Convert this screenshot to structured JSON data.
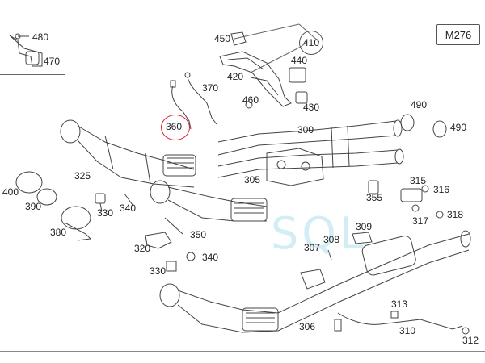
{
  "diagram": {
    "model": "M276",
    "watermark": "SQL",
    "highlighted_part": "360",
    "circled_group": "410",
    "colors": {
      "highlight": "#dd2233",
      "line": "#444444",
      "watermark": "#9fd8ec"
    },
    "parts": {
      "p480": "480",
      "p470": "470",
      "p450": "450",
      "p410": "410",
      "p440": "440",
      "p420": "420",
      "p430": "430",
      "p460": "460",
      "p370": "370",
      "p360": "360",
      "p300": "300",
      "p490a": "490",
      "p490b": "490",
      "p325": "325",
      "p305": "305",
      "p400": "400",
      "p390": "390",
      "p330a": "330",
      "p340a": "340",
      "p380": "380",
      "p355": "355",
      "p315": "315",
      "p316": "316",
      "p317": "317",
      "p318": "318",
      "p309": "309",
      "p308": "308",
      "p307": "307",
      "p350": "350",
      "p320": "320",
      "p340b": "340",
      "p330b": "330",
      "p313": "313",
      "p306": "306",
      "p310": "310",
      "p312": "312"
    }
  }
}
